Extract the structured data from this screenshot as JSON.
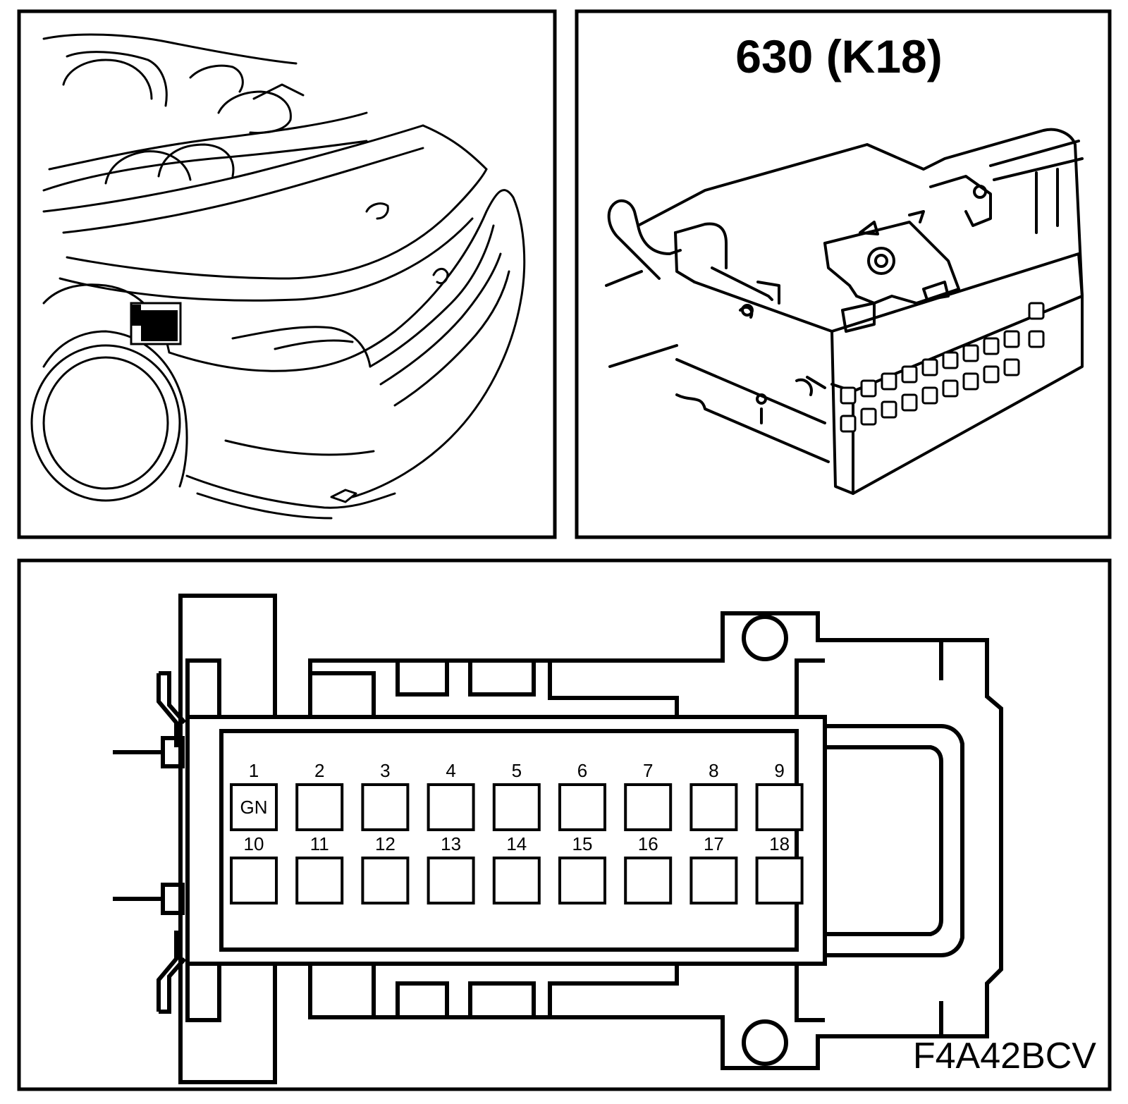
{
  "connector": {
    "title": "630 (K18)",
    "reference_code": "F4A42BCV"
  },
  "pins": [
    {
      "number": "1",
      "code": "GN"
    },
    {
      "number": "2",
      "code": ""
    },
    {
      "number": "3",
      "code": ""
    },
    {
      "number": "4",
      "code": ""
    },
    {
      "number": "5",
      "code": ""
    },
    {
      "number": "6",
      "code": ""
    },
    {
      "number": "7",
      "code": ""
    },
    {
      "number": "8",
      "code": ""
    },
    {
      "number": "9",
      "code": ""
    },
    {
      "number": "10",
      "code": ""
    },
    {
      "number": "11",
      "code": ""
    },
    {
      "number": "12",
      "code": ""
    },
    {
      "number": "13",
      "code": ""
    },
    {
      "number": "14",
      "code": ""
    },
    {
      "number": "15",
      "code": ""
    },
    {
      "number": "16",
      "code": ""
    },
    {
      "number": "17",
      "code": ""
    },
    {
      "number": "18",
      "code": ""
    }
  ]
}
